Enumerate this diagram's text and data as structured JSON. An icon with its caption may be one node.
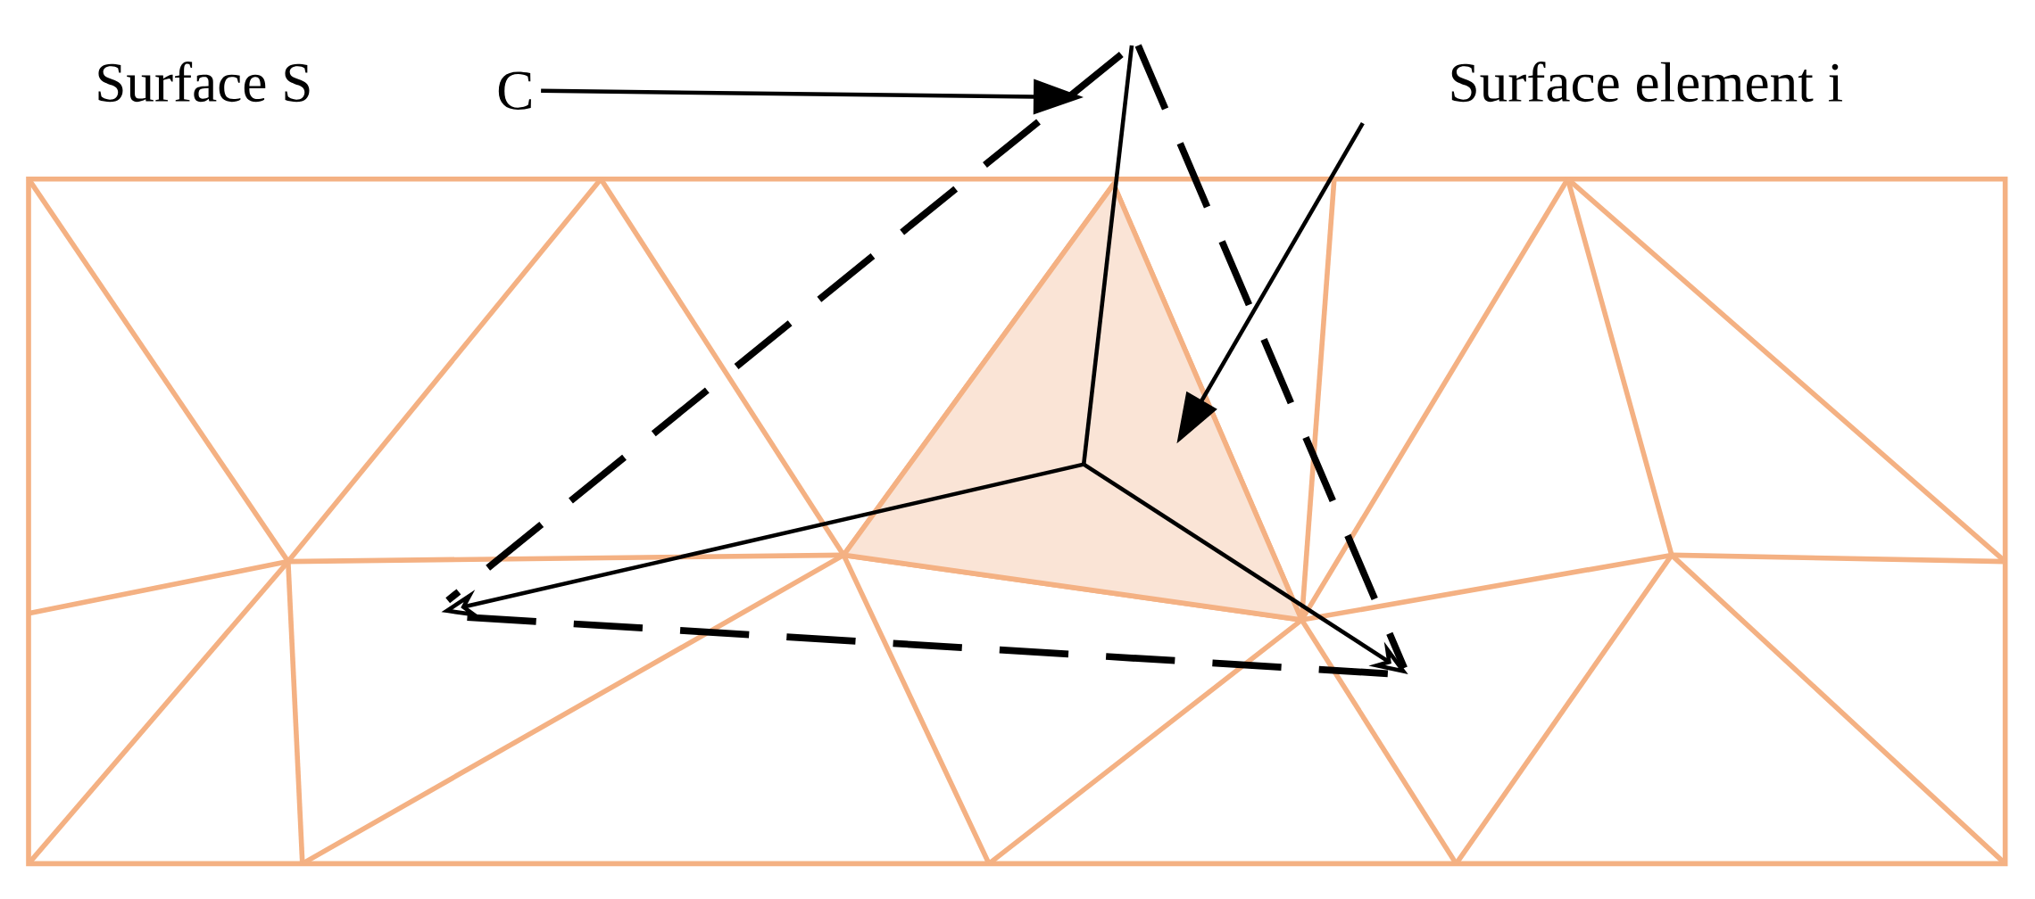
{
  "diagram": {
    "nodes": [
      {
        "text": [
          "C"
        ]
      },
      {
        "text": [
          "Surface element i"
        ]
      },
      {
        "text": [],
        "shape": "triangle"
      }
    ],
    "edges": [
      {
        "from": 0,
        "to": null,
        "arrow": "to"
      },
      {
        "from": 1,
        "to": 2,
        "arrow": "to"
      }
    ],
    "labels": [
      "Surface S"
    ]
  }
}
